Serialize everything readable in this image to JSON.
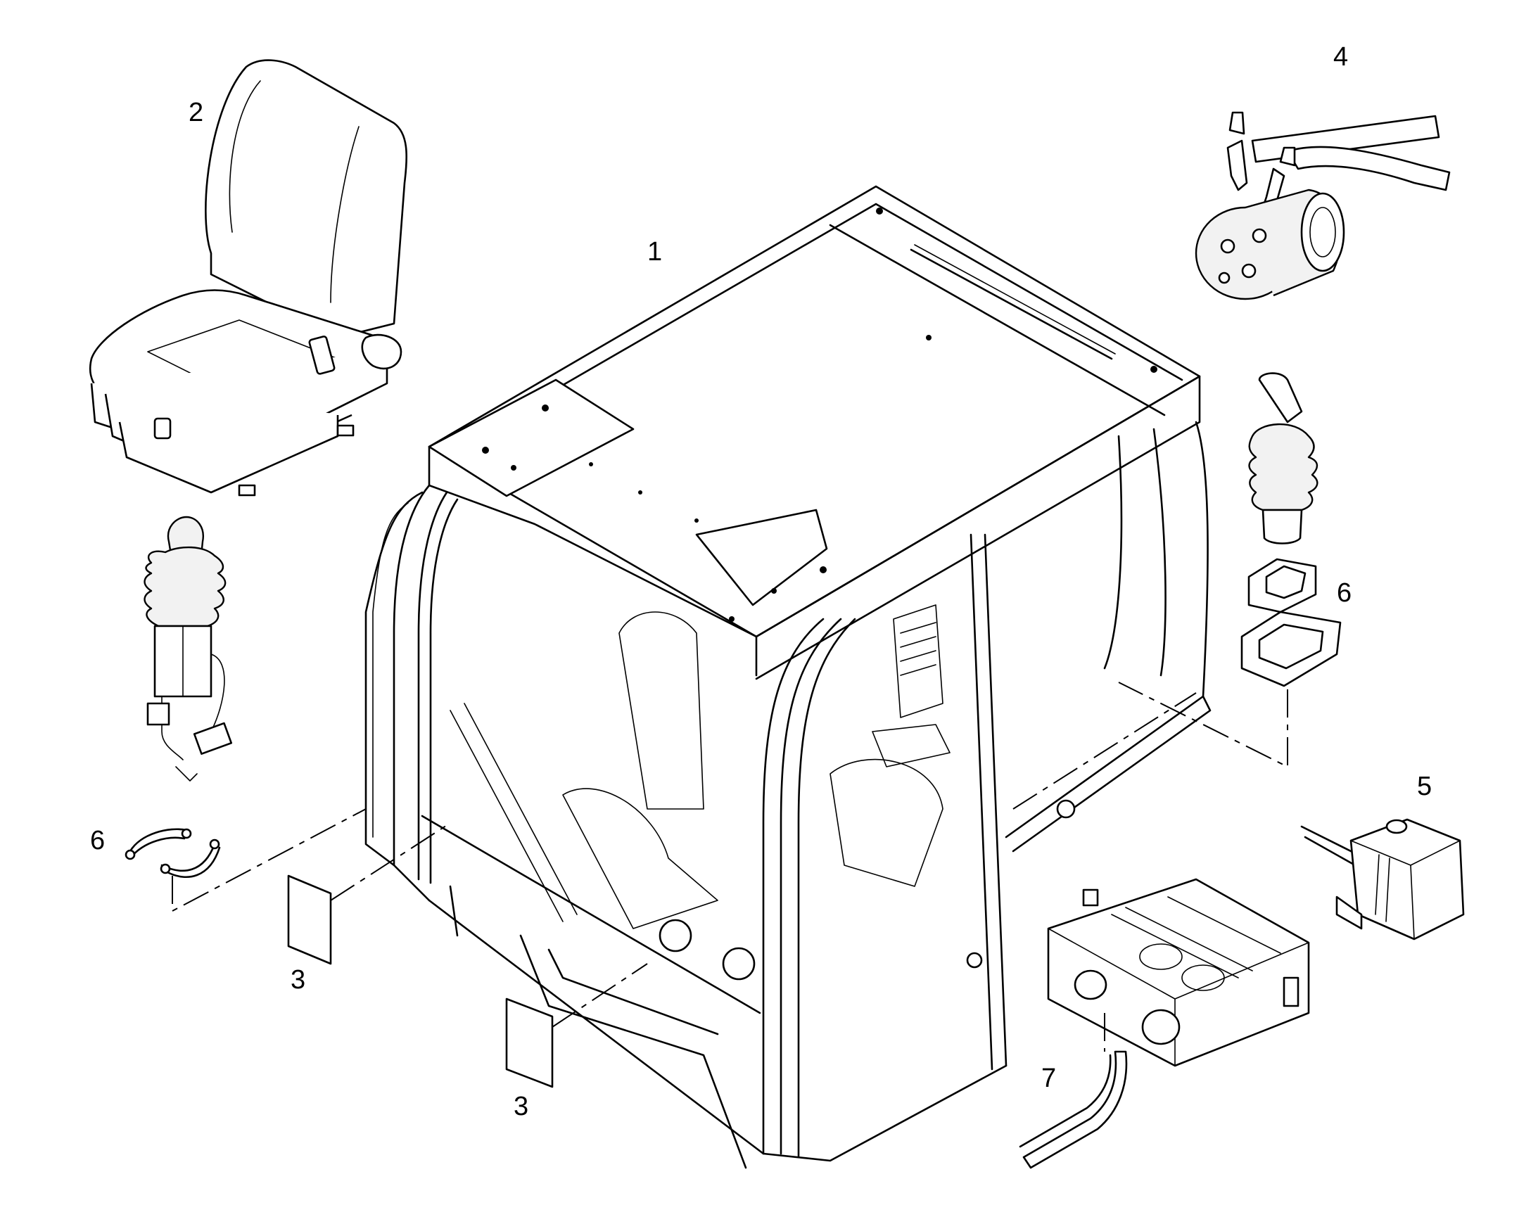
{
  "callouts": [
    {
      "id": "cab",
      "text": "1"
    },
    {
      "id": "seat",
      "text": "2"
    },
    {
      "id": "window-left",
      "text": "3"
    },
    {
      "id": "window-front",
      "text": "3"
    },
    {
      "id": "compressor",
      "text": "4"
    },
    {
      "id": "reservoir",
      "text": "5"
    },
    {
      "id": "seal-right",
      "text": "6"
    },
    {
      "id": "seal-left",
      "text": "6"
    },
    {
      "id": "heater-hose",
      "text": "7"
    }
  ]
}
